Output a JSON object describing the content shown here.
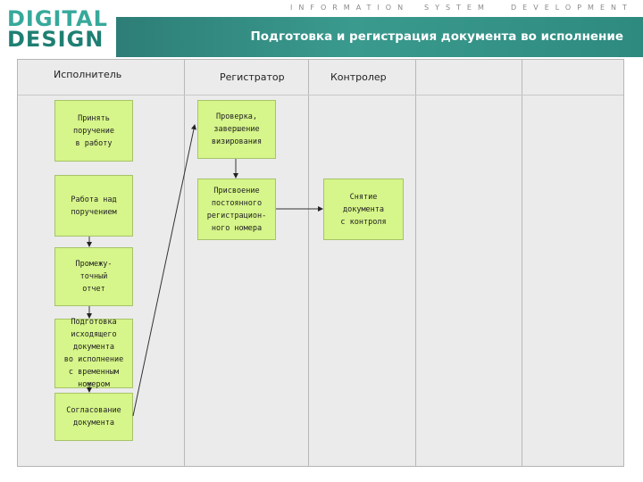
{
  "logo": {
    "line1": "DIGITAL",
    "line2": "DESIGN"
  },
  "topbar": {
    "word1": "INFORMATION",
    "word2": "SYSTEM",
    "word3": "DEVELOPMENT"
  },
  "title": "Подготовка и регистрация документа во исполнение",
  "columns": {
    "executor": "Исполнитель",
    "registrar": "Регистратор",
    "controller": "Контролер"
  },
  "boxes": {
    "accept": "Принять\nпоручение\nв работу",
    "work": "Работа над\nпоручением",
    "interim": "Промежу-\nточный\nотчет",
    "prepare": "Подготовка\nисходящего\nдокумента\nво исполнение\nс временным\nномером",
    "approve": "Согласование\nдокумента",
    "check": "Проверка,\nзавершение\nвизирования",
    "assign": "Присвоение\nпостоянного\nрегистрацион-\nного номера",
    "remove": "Снятие\nдокумента\nс контроля"
  },
  "colors": {
    "box_fill": "#d6f58a",
    "box_border": "#a6c36a",
    "title_bar": "#2e8a7e",
    "logo": "#37a99b"
  }
}
